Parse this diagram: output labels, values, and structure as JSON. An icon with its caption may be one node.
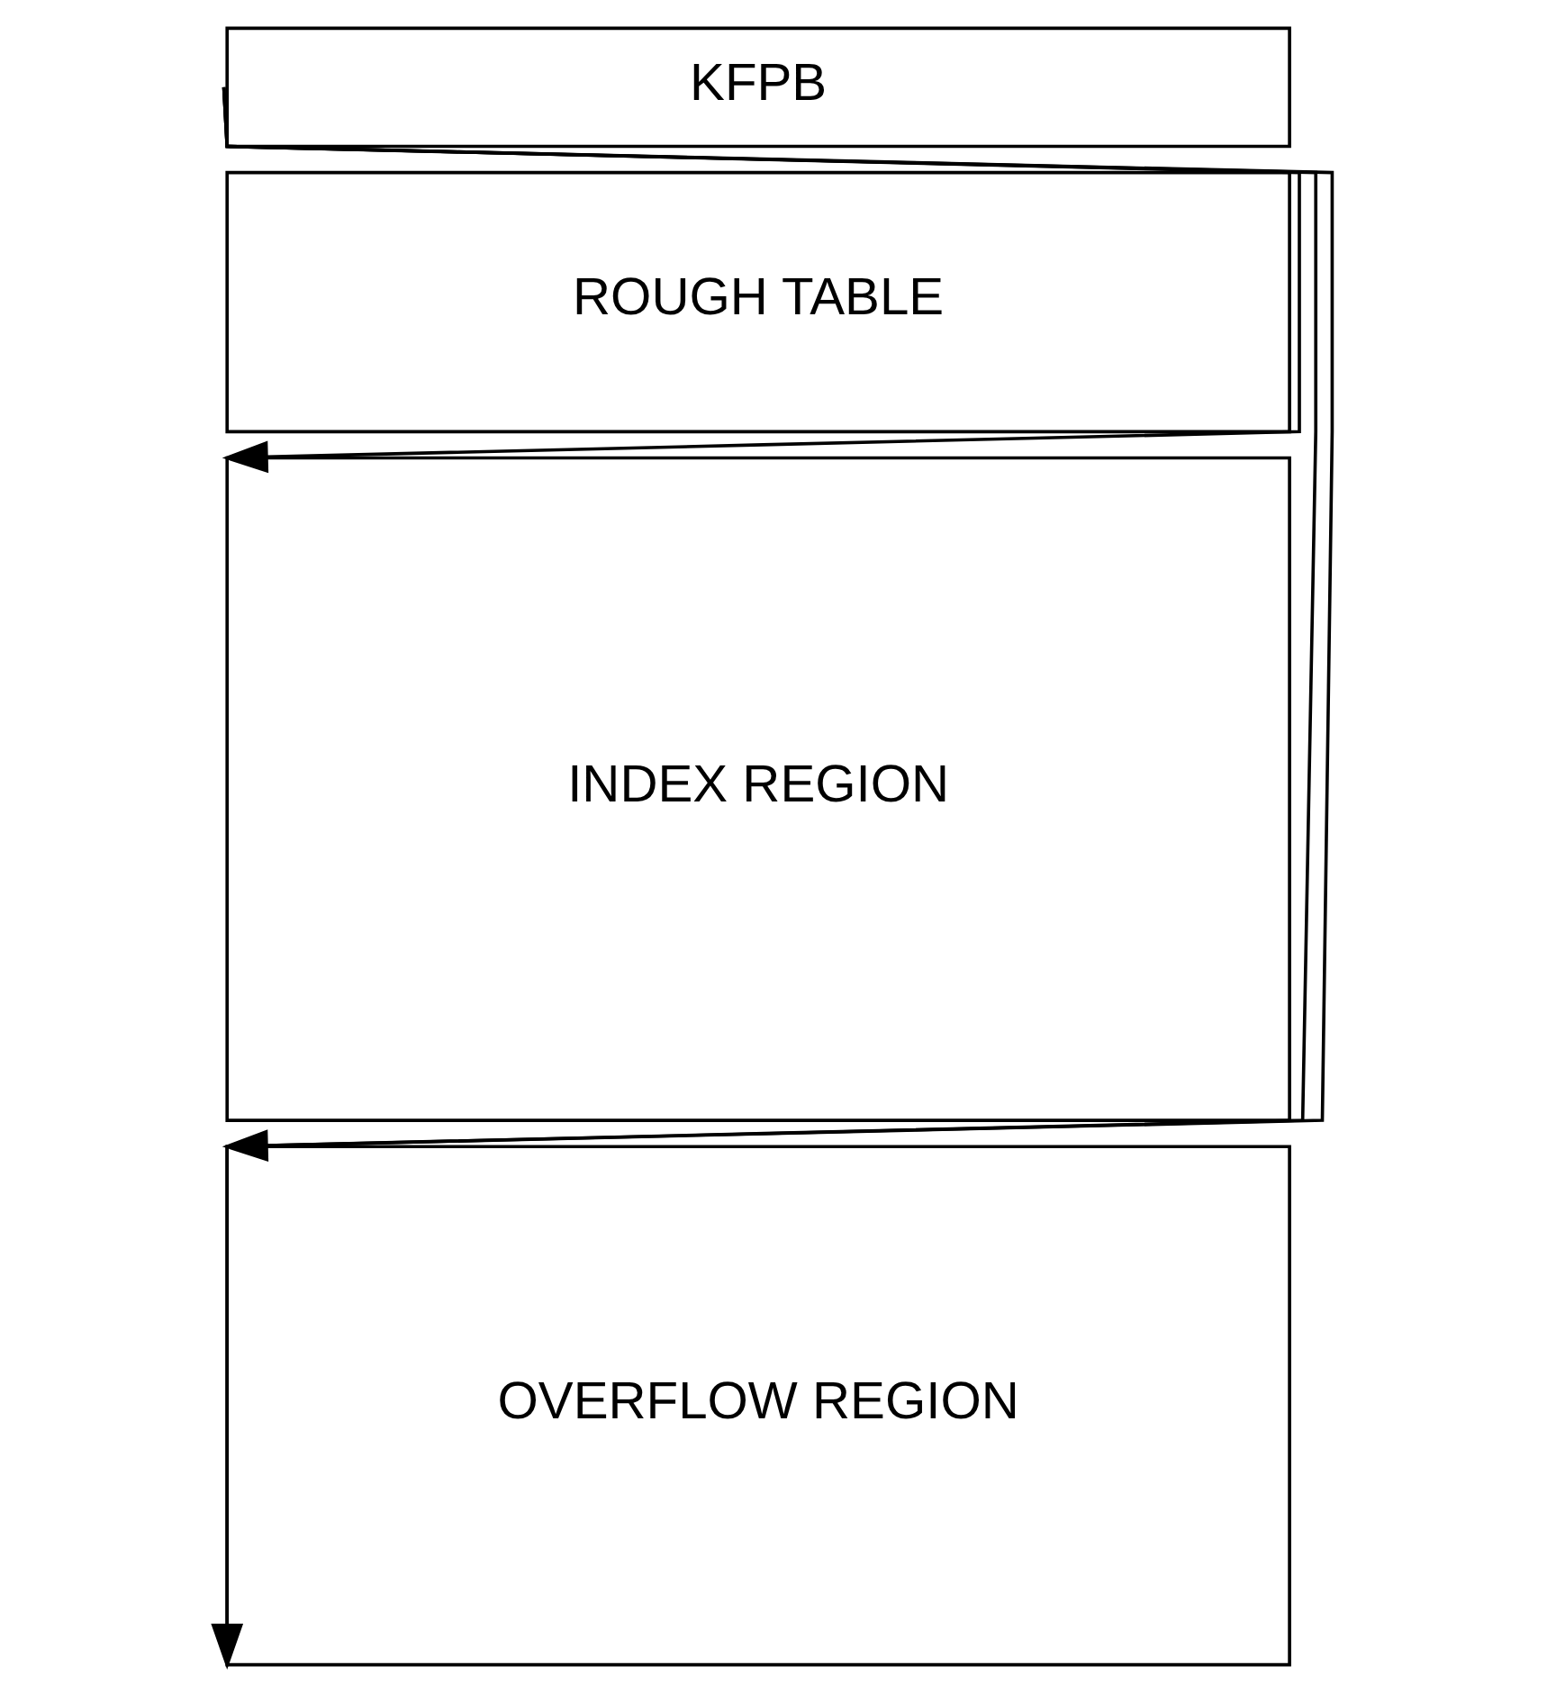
{
  "diagram": {
    "nodes": [
      {
        "text": [
          "KFPB"
        ]
      },
      {
        "text": [
          "ROUGH TABLE"
        ]
      },
      {
        "text": [
          "INDEX REGION"
        ]
      },
      {
        "text": [
          "OVERFLOW REGION"
        ]
      }
    ],
    "edges": [
      {
        "from": 0,
        "to": 2,
        "arrow": "to"
      },
      {
        "from": 0,
        "to": 3,
        "arrow": "to"
      },
      {
        "from": 0,
        "to": 3,
        "arrow": "to"
      }
    ]
  }
}
